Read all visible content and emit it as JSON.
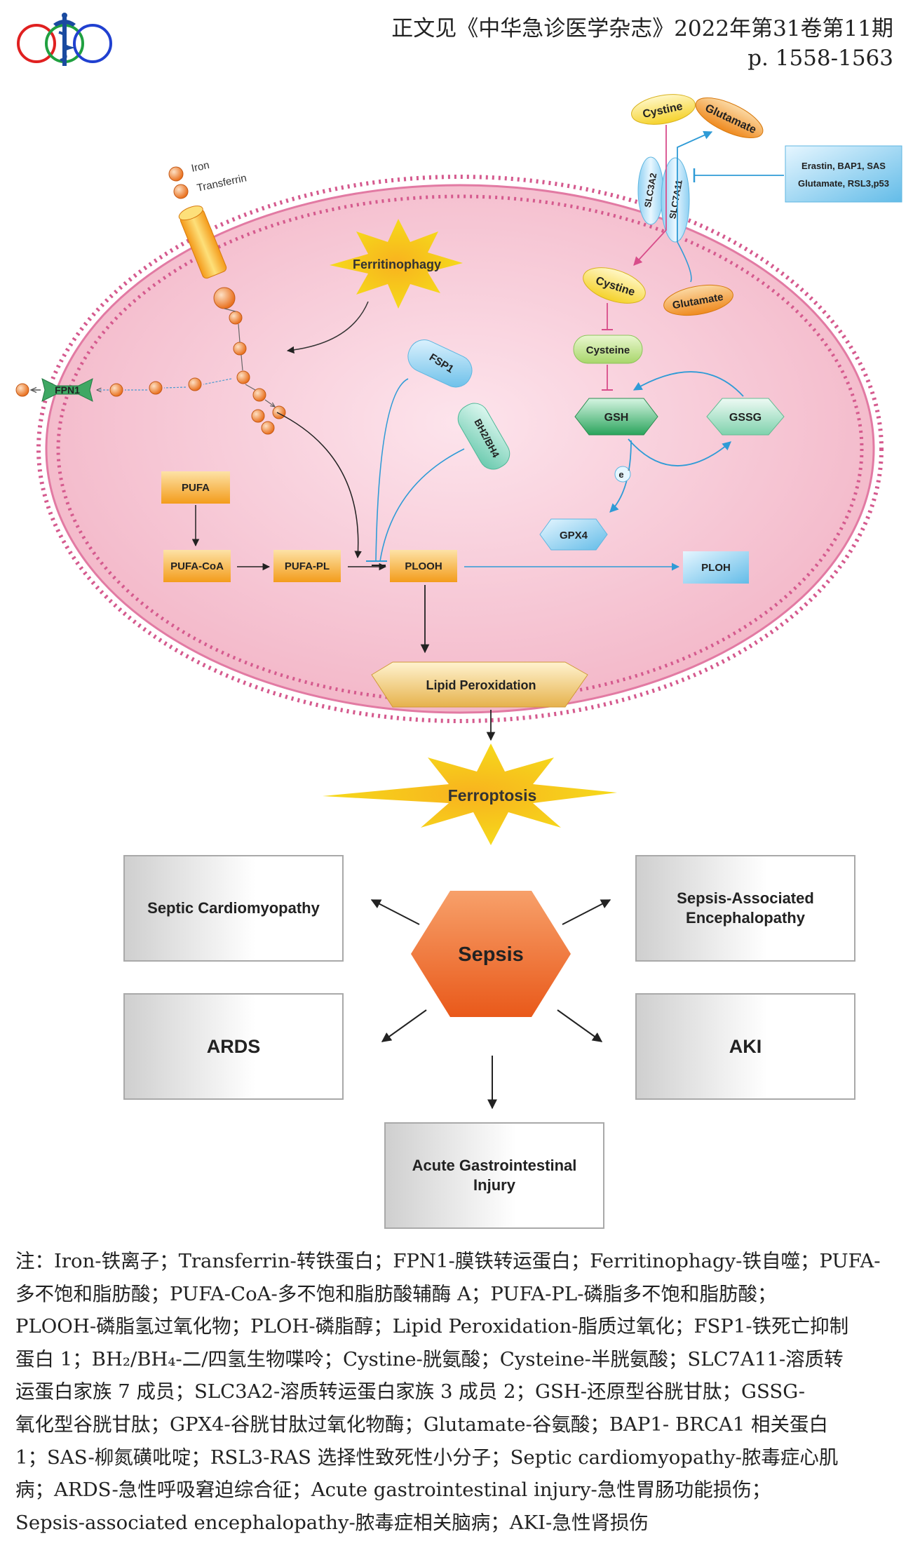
{
  "header": {
    "journal": "正文见《中华急诊医学杂志》2022年第31卷第11期",
    "pages": "p. 1558-1563"
  },
  "colors": {
    "cell_fill": "#f7c6d3",
    "membrane": "#d04f87",
    "orange_box": "#f6a92a",
    "blue_arrow": "#2f9bd6",
    "pink_arrow": "#d84d8a",
    "sepsis": "#ef6b1e"
  },
  "diagram": {
    "iron_label": "Iron",
    "transferrin_label": "Transferrin",
    "ferritinophagy": "Ferritinophagy",
    "fpn1": "FPN1",
    "fsp1": "FSP1",
    "bh2_bh4": "BH2/BH4",
    "pufa": "PUFA",
    "pufa_coa": "PUFA-CoA",
    "pufa_pl": "PUFA-PL",
    "plooh": "PLOOH",
    "ploh": "PLOH",
    "lipid_peroxidation": "Lipid Peroxidation",
    "ferroptosis": "Ferroptosis",
    "cystine_out": "Cystine",
    "glutamate_out": "Glutamate",
    "slc3a2": "SLC3A2",
    "slc7a11": "SLC7A11",
    "inhibitors_line1": "Erastin, BAP1, SAS",
    "inhibitors_line2": "Glutamate, RSL3,p53",
    "cystine_in": "Cystine",
    "glutamate_in": "Glutamate",
    "cysteine": "Cysteine",
    "gsh": "GSH",
    "gssg": "GSSG",
    "electron": "e",
    "electron_sup": "-",
    "gpx4": "GPX4",
    "sepsis": "Sepsis"
  },
  "outcomes": {
    "cardiomyopathy": "Septic Cardiomyopathy",
    "sae_line1": "Sepsis-Associated",
    "sae_line2": "Encephalopathy",
    "ards": "ARDS",
    "aki": "AKI",
    "agi_line1": "Acute Gastrointestinal",
    "agi_line2": "Injury"
  },
  "note": {
    "lines": [
      "注：Iron-铁离子；Transferrin-转铁蛋白；FPN1-膜铁转运蛋白；Ferritinophagy-铁自噬；PUFA-",
      "多不饱和脂肪酸；PUFA-CoA-多不饱和脂肪酸辅酶 A；PUFA-PL-磷脂多不饱和脂肪酸；",
      "PLOOH-磷脂氢过氧化物；PLOH-磷脂醇；Lipid Peroxidation-脂质过氧化；FSP1-铁死亡抑制",
      "蛋白 1；BH₂/BH₄-二/四氢生物喋呤；Cystine-胱氨酸；Cysteine-半胱氨酸；SLC7A11-溶质转",
      "运蛋白家族 7 成员；SLC3A2-溶质转运蛋白家族 3 成员 2；GSH-还原型谷胱甘肽；GSSG-",
      "氧化型谷胱甘肽；GPX4-谷胱甘肽过氧化物酶；Glutamate-谷氨酸；BAP1- BRCA1 相关蛋白",
      "1；SAS-柳氮磺吡啶；RSL3-RAS 选择性致死性小分子；Septic cardiomyopathy-脓毒症心肌",
      "病；ARDS-急性呼吸窘迫综合征；Acute gastrointestinal injury-急性胃肠功能损伤；",
      "Sepsis-associated encephalopathy-脓毒症相关脑病；AKI-急性肾损伤"
    ]
  }
}
